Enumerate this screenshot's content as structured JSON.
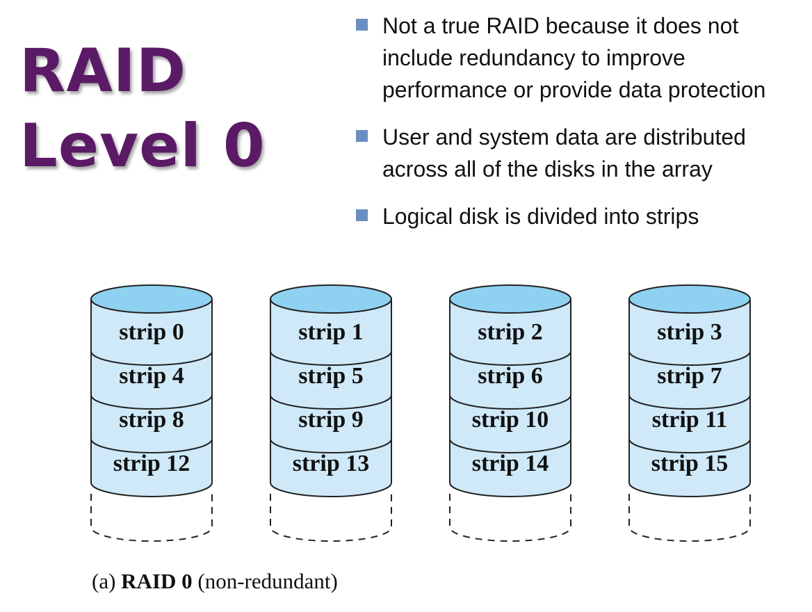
{
  "title": {
    "line1": "RAID",
    "line2": "Level 0"
  },
  "bullets": [
    "Not a true RAID because it does not",
    "include redundancy to improve",
    "performance or provide data protection",
    "User and system data are distributed",
    "across all of the disks in the array",
    "Logical disk is divided into strips"
  ],
  "bullet_groups": [
    [
      0,
      1,
      2
    ],
    [
      3,
      4
    ],
    [
      5
    ]
  ],
  "disks": [
    {
      "strips": [
        "strip 0",
        "strip 4",
        "strip 8",
        "strip 12"
      ]
    },
    {
      "strips": [
        "strip 1",
        "strip 5",
        "strip 9",
        "strip 13"
      ]
    },
    {
      "strips": [
        "strip 2",
        "strip 6",
        "strip 10",
        "strip 14"
      ]
    },
    {
      "strips": [
        "strip 3",
        "strip 7",
        "strip 11",
        "strip 15"
      ]
    }
  ],
  "caption": {
    "pre": "(a) ",
    "main": "RAID 0",
    "post": " (non-redundant)"
  },
  "colors": {
    "title": "#5b1a66",
    "disk_top": "#8fd1f0",
    "disk_body": "#cfe9f8",
    "bullet_marker": "#6a8ec0"
  }
}
